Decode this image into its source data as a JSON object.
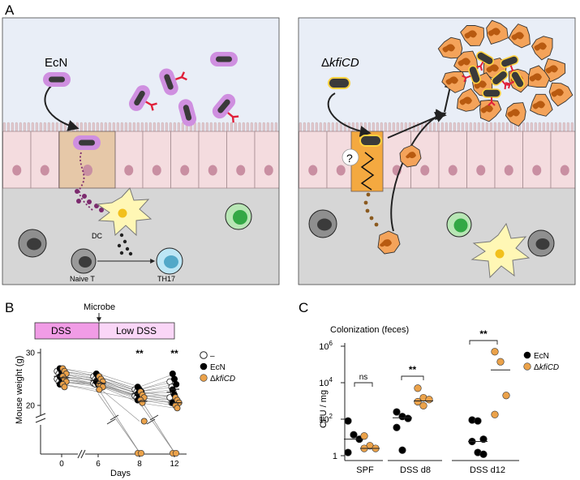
{
  "figure": {
    "panel_labels": {
      "a": "A",
      "b": "B",
      "c": "C"
    },
    "panel_a": {
      "left": {
        "label_ecn": "EcN",
        "label_dc": "DC",
        "label_naive_t": "Naive T",
        "label_th17": "TH17"
      },
      "right": {
        "label_delta": "Δ",
        "label_kficd": "kfiCD",
        "question_mark": "?"
      }
    },
    "colors": {
      "lumen": "#e9eef7",
      "epithelium": "#f4dcdf",
      "lamina": "#d6d6d6",
      "nucleus": "#c98fa2",
      "ecn_halo": "#cf8fe0",
      "kficd_orange": "#eba24a",
      "dc_yellow": "#fff7b5",
      "dss_pink": "#f19ce6",
      "lowdss_pink": "#fad6f7"
    }
  },
  "chart_data": [
    {
      "type": "scatter",
      "panel": "B",
      "top_annotation": "Microbe",
      "treatment_bars": [
        {
          "label": "DSS"
        },
        {
          "label": "Low DSS"
        }
      ],
      "ylabel": "Mouse weight (g)",
      "xlabel": "Days",
      "y_ticks": [
        "30",
        "20"
      ],
      "x_ticks": [
        "0",
        "6",
        "8",
        "12"
      ],
      "significance": [
        "**",
        "**"
      ],
      "legend": [
        {
          "label": "–"
        },
        {
          "label": "EcN"
        },
        {
          "label": "kfiCD",
          "prefix": "Δ"
        }
      ],
      "series": [
        {
          "name": "–",
          "x": [
            0,
            6,
            8,
            12
          ],
          "values": [
            [
              26.5,
              26,
              25.5,
              25,
              24.5
            ],
            [
              25.5,
              25,
              24.8,
              24.2,
              24
            ],
            [
              23,
              22.6,
              22.2,
              21.8,
              21.5
            ],
            [
              24.5,
              23.5,
              22.5,
              21.5,
              20.5
            ]
          ]
        },
        {
          "name": "EcN",
          "x": [
            0,
            6,
            8,
            12
          ],
          "values": [
            [
              27,
              26.5,
              26,
              25.5,
              25,
              24.5,
              24
            ],
            [
              26,
              25.5,
              25,
              24.5,
              24,
              23.8
            ],
            [
              23.5,
              23,
              22.6,
              22.2,
              21.8,
              21.4,
              21
            ],
            [
              26,
              25,
              24,
              23,
              22,
              21,
              20.5
            ]
          ]
        },
        {
          "name": "kfiCD",
          "x": [
            0,
            6,
            8,
            12
          ],
          "values": [
            [
              27,
              26.5,
              26,
              25.5,
              25,
              24.5,
              24,
              23.5
            ],
            [
              25.5,
              25,
              24.5,
              24,
              23.8,
              23.5,
              23
            ],
            [
              22.6,
              22,
              21.5,
              21,
              20.5,
              17
            ],
            [
              21.5,
              21,
              20.5,
              20,
              19.5
            ]
          ]
        }
      ],
      "dropouts_below_axis_kficd": {
        "8": 2,
        "12": 2
      }
    },
    {
      "type": "scatter",
      "panel": "C",
      "title": "Colonization (feces)",
      "ylabel": "CFU / mg",
      "y_scale": "log",
      "y_ticks": [
        "10^6",
        "10^4",
        "10^2",
        "1"
      ],
      "categories": [
        "SPF",
        "DSS d8",
        "DSS d12"
      ],
      "significance": [
        "ns",
        "**",
        "**"
      ],
      "legend": [
        {
          "label": "EcN"
        },
        {
          "label": "kfiCD",
          "prefix": "Δ"
        }
      ],
      "series": [
        {
          "name": "EcN",
          "values": [
            [
              80,
              14,
              8,
              1.5
            ],
            [
              250,
              140,
              110,
              35,
              2
            ],
            [
              90,
              80,
              8,
              6,
              1.5,
              1.2
            ]
          ],
          "median": [
            8,
            120,
            6
          ]
        },
        {
          "name": "kfiCD",
          "values": [
            [
              12,
              3.5,
              2.5,
              2.5
            ],
            [
              5000,
              1500,
              1200,
              900,
              550
            ],
            [
              500000,
              140000,
              2000,
              180
            ]
          ],
          "median": [
            2.5,
            1000,
            50000
          ]
        }
      ]
    }
  ]
}
